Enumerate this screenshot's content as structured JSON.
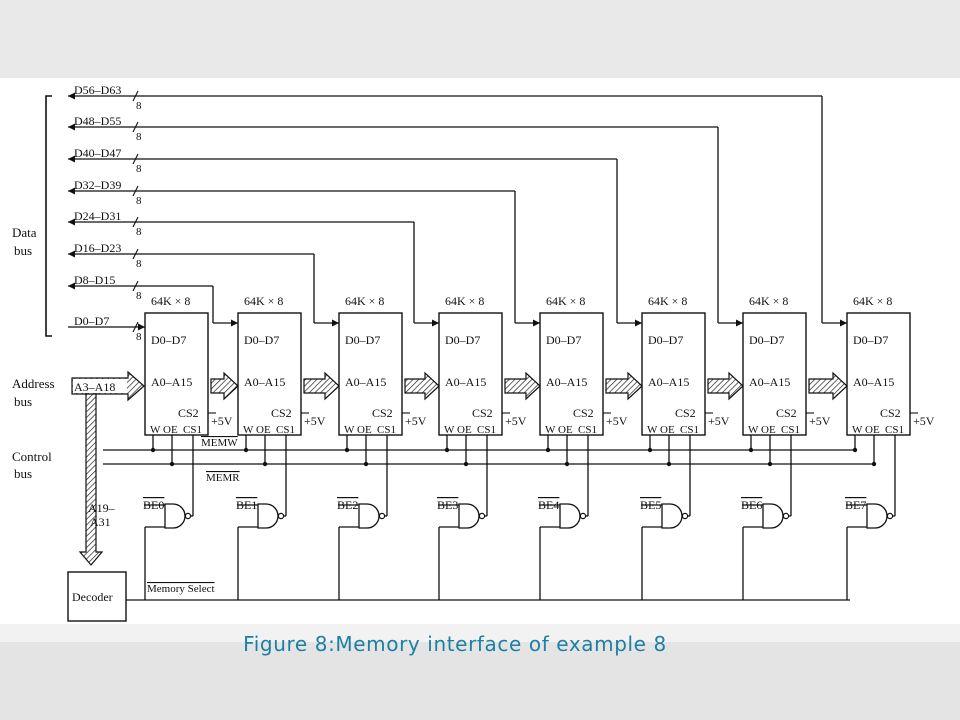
{
  "caption": "Figure 8:Memory interface of example 8",
  "data_lines": [
    "D56–D63",
    "D48–D55",
    "D40–D47",
    "D32–D39",
    "D24–D31",
    "D16–D23",
    "D8–D15",
    "D0–D7"
  ],
  "bus_width_label": "8",
  "bus_labels": {
    "data": [
      "Data",
      "bus"
    ],
    "address": [
      "Address",
      "bus"
    ],
    "control": [
      "Control",
      "bus"
    ]
  },
  "address_low": "A3–A18",
  "address_high": [
    "A19–",
    "A31"
  ],
  "chip": {
    "size": "64K × 8",
    "data_pins": "D0–D7",
    "addr_pins": "A0–A15",
    "cs2": "CS2",
    "pins": [
      "W",
      "OE",
      "CS1"
    ],
    "vcc": "+5V"
  },
  "chip_count": 8,
  "control_signals": [
    "MEMW",
    "MEMR"
  ],
  "byte_enables": [
    "BE0",
    "BE1",
    "BE2",
    "BE3",
    "BE4",
    "BE5",
    "BE6",
    "BE7"
  ],
  "decoder_label": "Decoder",
  "memory_select_label": "Memory Select",
  "colors": {
    "caption": "#1c7fa4",
    "ink": "#111111",
    "background": "#ffffff"
  }
}
